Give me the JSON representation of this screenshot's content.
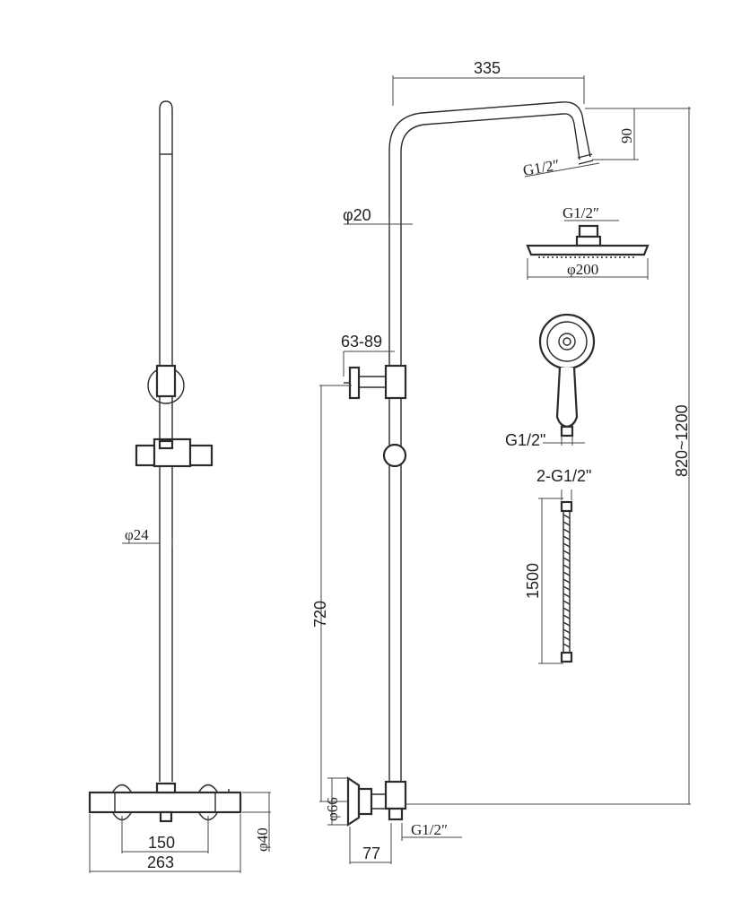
{
  "colors": {
    "line": "#2b2b2b",
    "dimension": "#444444",
    "background": "#ffffff"
  },
  "left_view": {
    "rail_dia": "φ24",
    "valve_centers": "150",
    "valve_width": "263",
    "valve_dia": "φ40"
  },
  "side_view": {
    "arm_reach": "335",
    "arm_drop": "90",
    "arm_thread": "G1/2″",
    "pipe_dia": "φ20",
    "bracket_range": "63-89",
    "bracket_height": "720",
    "overall_height": "820~1200",
    "inlet_dia": "φ66",
    "inlet_thread": "G1/2″",
    "wall_offset": "77"
  },
  "overhead_shower": {
    "thread": "G1/2″",
    "diameter": "φ200"
  },
  "hand_shower": {
    "thread": "G1/2\""
  },
  "hose": {
    "thread": "2-G1/2\"",
    "length": "1500"
  }
}
